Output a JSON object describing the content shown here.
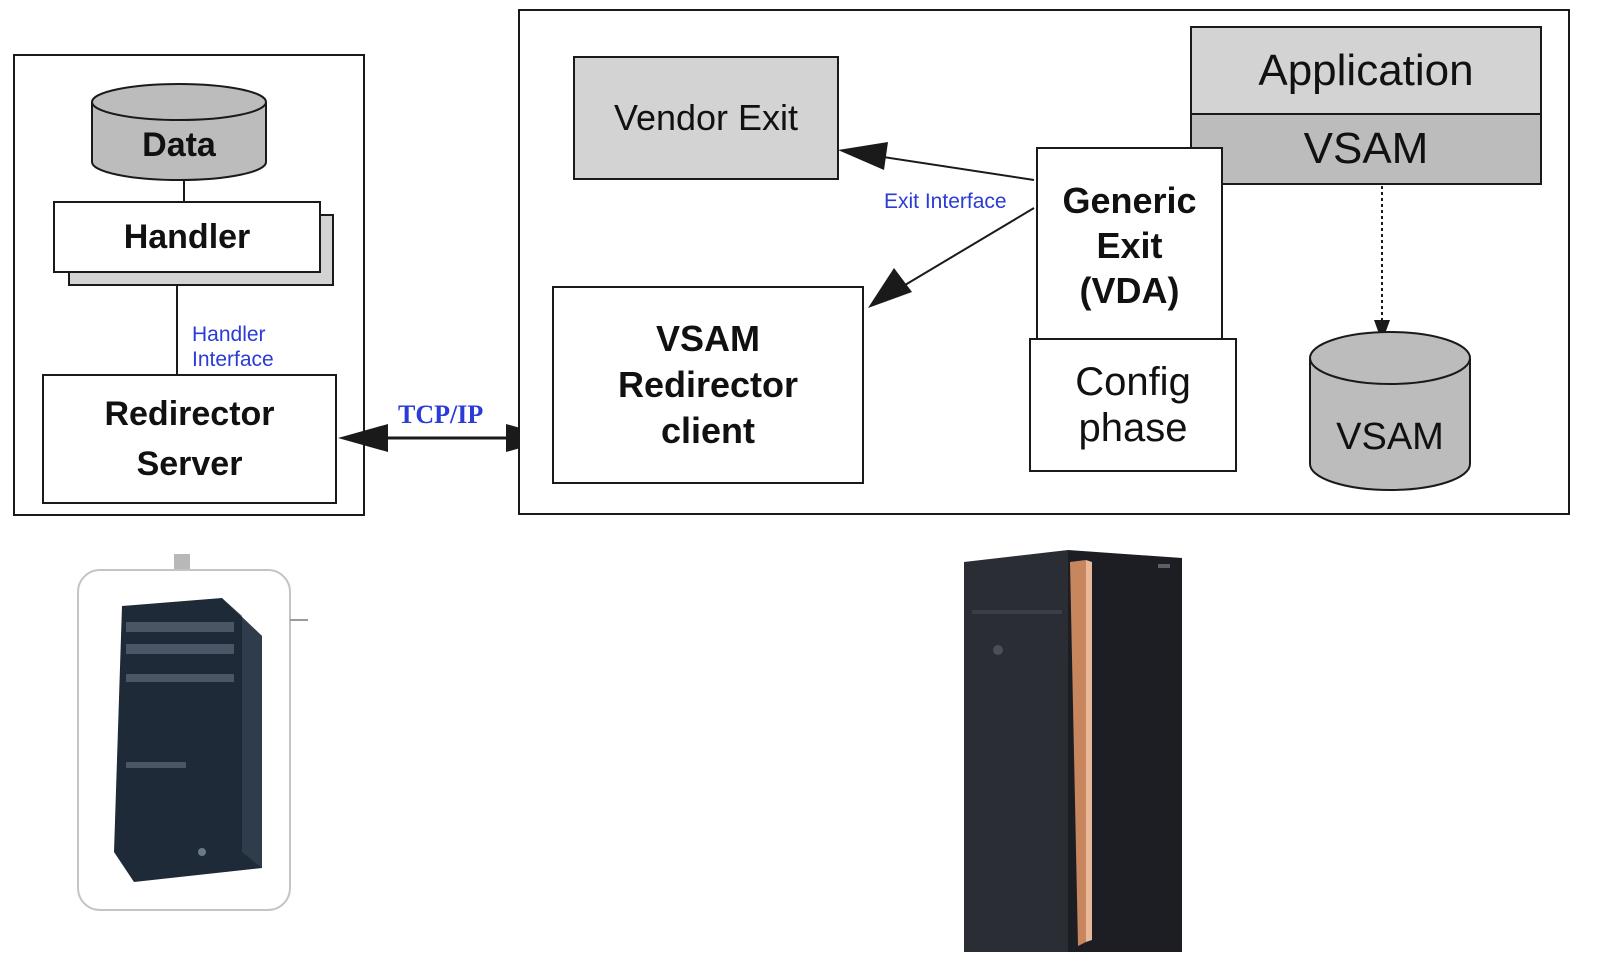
{
  "left_system": {
    "data_label": "Data",
    "handler_label": "Handler",
    "handler_interface_label": "Handler\nInterface",
    "redirector_server_label": "Redirector\nServer"
  },
  "connection": {
    "protocol_label": "TCP/IP"
  },
  "right_system": {
    "vendor_exit_label": "Vendor Exit",
    "application_label": "Application",
    "vsam_layer_label": "VSAM",
    "exit_interface_label": "Exit Interface",
    "generic_exit_label": "Generic\nExit\n(VDA)",
    "config_phase_label": "Config\nphase",
    "vsam_client_label": "VSAM\nRedirector\nclient",
    "vsam_storage_label": "VSAM"
  },
  "colors": {
    "label_blue": "#2a3bd6",
    "box_gray": "#d3d3d3",
    "cylinder_gray": "#bcbcbc"
  }
}
